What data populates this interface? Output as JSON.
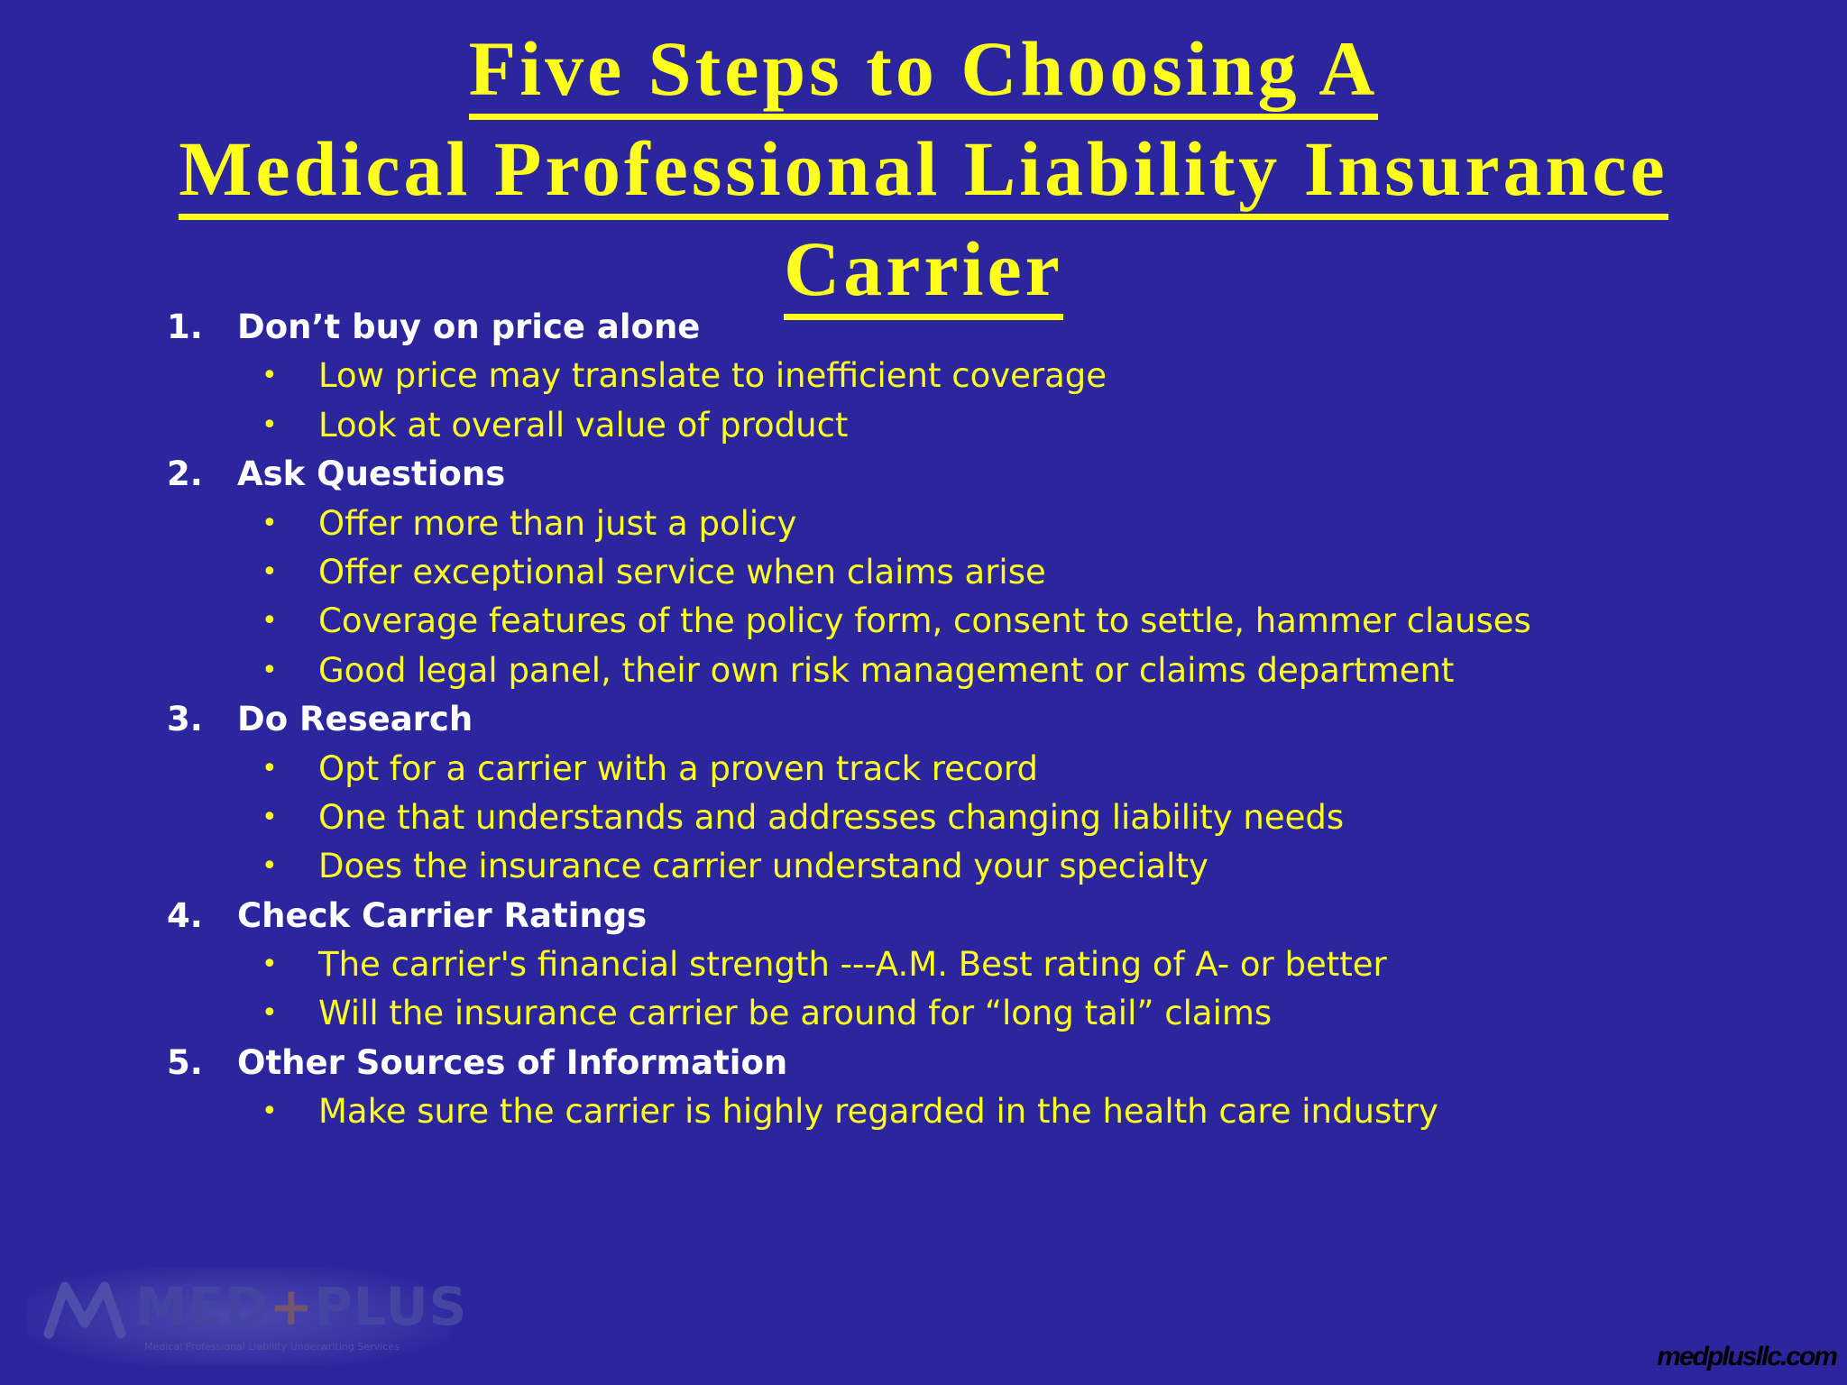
{
  "title": {
    "line1": "Five Steps to Choosing A",
    "line2": "Medical Professional Liability Insurance",
    "line3": "Carrier"
  },
  "steps": [
    {
      "number": "1.",
      "title": "Don’t buy on price alone",
      "bullets": [
        "Low price may translate to inefficient coverage",
        "Look at overall value of product"
      ]
    },
    {
      "number": "2.",
      "title": "Ask Questions",
      "bullets": [
        "Offer more than just a policy",
        "Offer exceptional service when claims arise",
        "Coverage features of the policy form, consent to settle, hammer clauses",
        "Good legal panel, their own risk management or claims department"
      ]
    },
    {
      "number": "3.",
      "title": "Do Research",
      "bullets": [
        "Opt for a carrier with a proven track record",
        "One that understands and addresses changing liability needs",
        "Does the insurance carrier understand your specialty"
      ]
    },
    {
      "number": "4.",
      "title": "Check Carrier Ratings",
      "bullets": [
        "The carrier's financial strength ---A.M. Best rating of A- or better",
        "Will the insurance carrier be around for “long tail” claims"
      ]
    },
    {
      "number": "5.",
      "title": "Other Sources of Information",
      "bullets": [
        "Make sure the carrier is highly regarded in the health care industry"
      ]
    }
  ],
  "bullet_glyph": "•",
  "logo": {
    "name": "MED+PLUS",
    "tagline": "Medical Professional Liability Underwriting Services"
  },
  "footer": {
    "site": "medplusllc.com"
  },
  "colors": {
    "background": "#2b269e",
    "accent": "#ffff1e",
    "heading_text": "#ffffff"
  }
}
